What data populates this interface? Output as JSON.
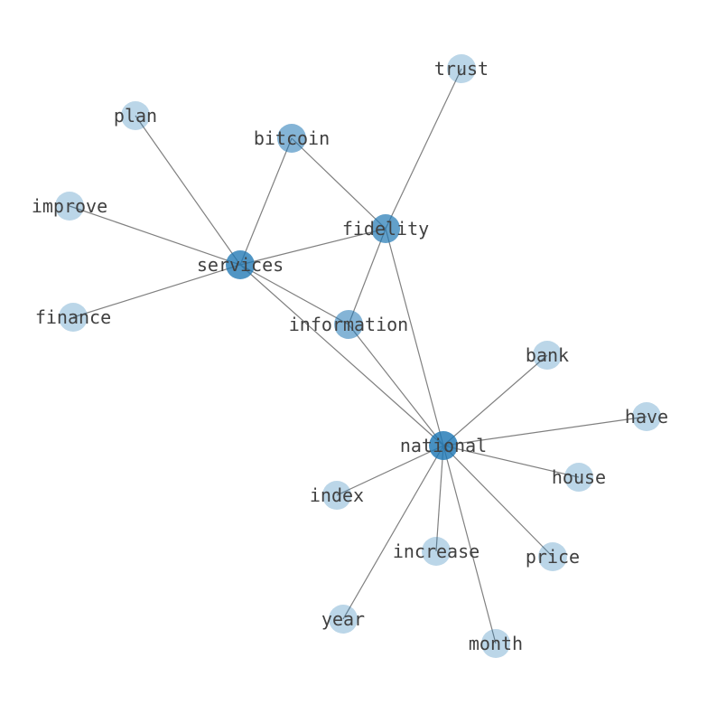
{
  "graph": {
    "node_fill": "#1f77b4",
    "nodes": [
      {
        "id": "trust",
        "label": "trust",
        "level": 1
      },
      {
        "id": "plan",
        "label": "plan",
        "level": 1
      },
      {
        "id": "bitcoin",
        "label": "bitcoin",
        "level": 2
      },
      {
        "id": "improve",
        "label": "improve",
        "level": 1
      },
      {
        "id": "fidelity",
        "label": "fidelity",
        "level": 3
      },
      {
        "id": "services",
        "label": "services",
        "level": 4
      },
      {
        "id": "finance",
        "label": "finance",
        "level": 1
      },
      {
        "id": "information",
        "label": "information",
        "level": 2
      },
      {
        "id": "bank",
        "label": "bank",
        "level": 1
      },
      {
        "id": "have",
        "label": "have",
        "level": 1
      },
      {
        "id": "national",
        "label": "national",
        "level": 5
      },
      {
        "id": "house",
        "label": "house",
        "level": 1
      },
      {
        "id": "index",
        "label": "index",
        "level": 1
      },
      {
        "id": "increase",
        "label": "increase",
        "level": 1
      },
      {
        "id": "price",
        "label": "price",
        "level": 1
      },
      {
        "id": "year",
        "label": "year",
        "level": 1
      },
      {
        "id": "month",
        "label": "month",
        "level": 1
      }
    ],
    "edges": [
      [
        "services",
        "plan"
      ],
      [
        "services",
        "improve"
      ],
      [
        "services",
        "finance"
      ],
      [
        "services",
        "bitcoin"
      ],
      [
        "services",
        "fidelity"
      ],
      [
        "services",
        "information"
      ],
      [
        "services",
        "national"
      ],
      [
        "bitcoin",
        "fidelity"
      ],
      [
        "fidelity",
        "trust"
      ],
      [
        "fidelity",
        "information"
      ],
      [
        "fidelity",
        "national"
      ],
      [
        "information",
        "national"
      ],
      [
        "national",
        "bank"
      ],
      [
        "national",
        "have"
      ],
      [
        "national",
        "house"
      ],
      [
        "national",
        "index"
      ],
      [
        "national",
        "increase"
      ],
      [
        "national",
        "price"
      ],
      [
        "national",
        "year"
      ],
      [
        "national",
        "month"
      ]
    ]
  }
}
